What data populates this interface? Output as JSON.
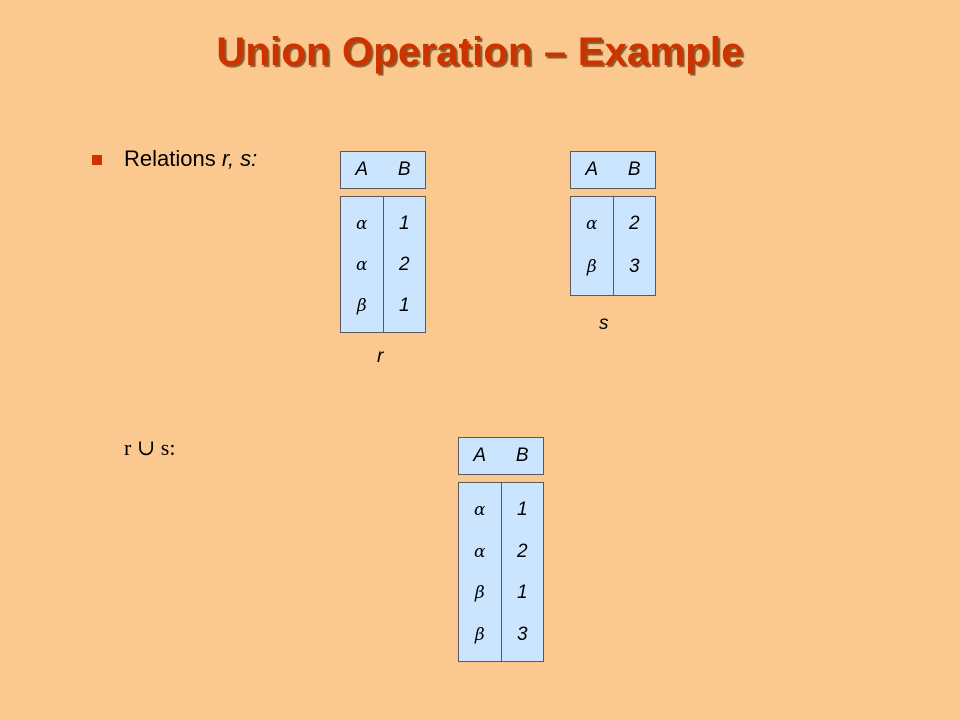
{
  "title": "Union Operation – Example",
  "bullet": {
    "lead": "Relations ",
    "names": "r, s:"
  },
  "relations": {
    "r": {
      "name": "r",
      "headers": [
        "A",
        "B"
      ],
      "rows": [
        [
          "α",
          "1"
        ],
        [
          "α",
          "2"
        ],
        [
          "β",
          "1"
        ]
      ]
    },
    "s": {
      "name": "s",
      "headers": [
        "A",
        "B"
      ],
      "rows": [
        [
          "α",
          "2"
        ],
        [
          "β",
          "3"
        ]
      ]
    },
    "result": {
      "headers": [
        "A",
        "B"
      ],
      "rows": [
        [
          "α",
          "1"
        ],
        [
          "α",
          "2"
        ],
        [
          "β",
          "1"
        ],
        [
          "β",
          "3"
        ]
      ]
    }
  },
  "expression": "r ∪ s:"
}
